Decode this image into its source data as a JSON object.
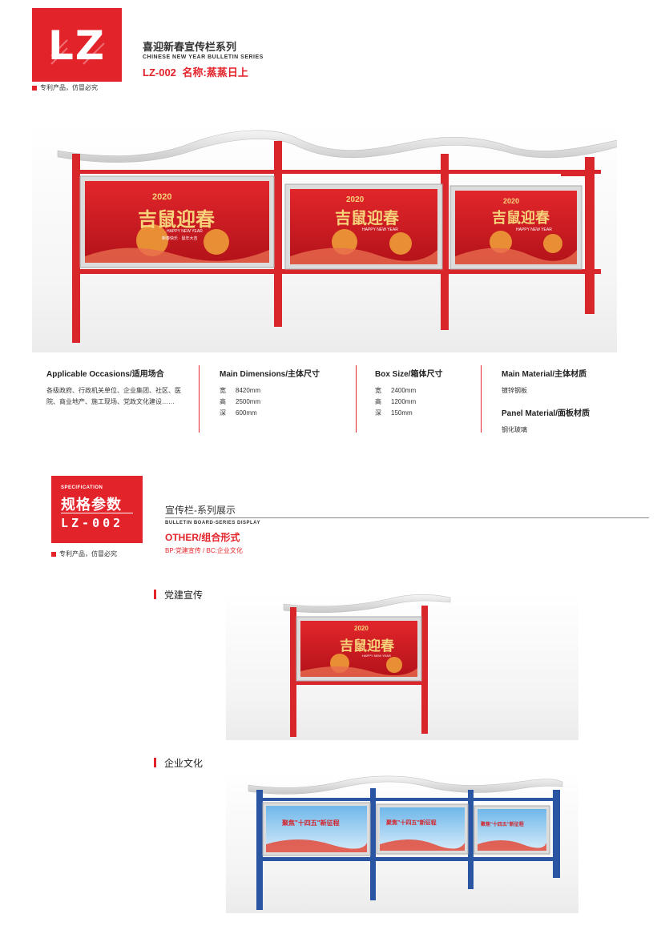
{
  "header": {
    "logo": "LZ",
    "series_cn": "喜迎新春宣传栏系列",
    "series_en": "CHINESE NEW YEAR BULLETIN SERIES",
    "product_code": "LZ-002",
    "product_name": "名称:蒸蒸日上",
    "patent": "专利产品，仿冒必究"
  },
  "poster": {
    "year": "2020",
    "headline": "吉鼠迎春",
    "subtitle": "HAPPY NEW YEAR",
    "tagline": "新春快乐 · 鼠年大吉"
  },
  "specs": {
    "occasions": {
      "title": "Applicable Occasions/适用场合",
      "text": "各级政府、行政机关单位、企业集团、社区、医院、商业地产、施工现场、党政文化建设……"
    },
    "dimensions": {
      "title": "Main Dimensions/主体尺寸",
      "rows": [
        {
          "k": "宽",
          "v": "8420mm"
        },
        {
          "k": "高",
          "v": "2500mm"
        },
        {
          "k": "深",
          "v": "600mm"
        }
      ]
    },
    "box_size": {
      "title": "Box Size/箱体尺寸",
      "rows": [
        {
          "k": "宽",
          "v": "2400mm"
        },
        {
          "k": "高",
          "v": "1200mm"
        },
        {
          "k": "深",
          "v": "150mm"
        }
      ]
    },
    "material": {
      "title": "Main Material/主体材质",
      "value": "镀锌钢板",
      "panel_title": "Panel Material/面板材质",
      "panel_value": "钢化玻璃"
    }
  },
  "spec_box": {
    "en": "SPECIFICATION",
    "cn": "规格参数",
    "code": "LZ-002",
    "patent": "专利产品，仿冒必究"
  },
  "showcase": {
    "title_cn": "宣传栏-系列展示",
    "title_en": "BULLETIN BOARD-SERIES DISPLAY",
    "other": "OTHER/组合形式",
    "bpbc": "BP:党建宣传 / BC:企业文化",
    "section_bp": "党建宣传",
    "section_bc": "企业文化",
    "blue_headline": "聚焦\"十四五\"新征程"
  },
  "colors": {
    "brand_red": "#e3232a",
    "frame_red": "#d9262b",
    "frame_blue": "#2a55a3",
    "poster_red": "#c8171d",
    "gold": "#f6d27a"
  }
}
